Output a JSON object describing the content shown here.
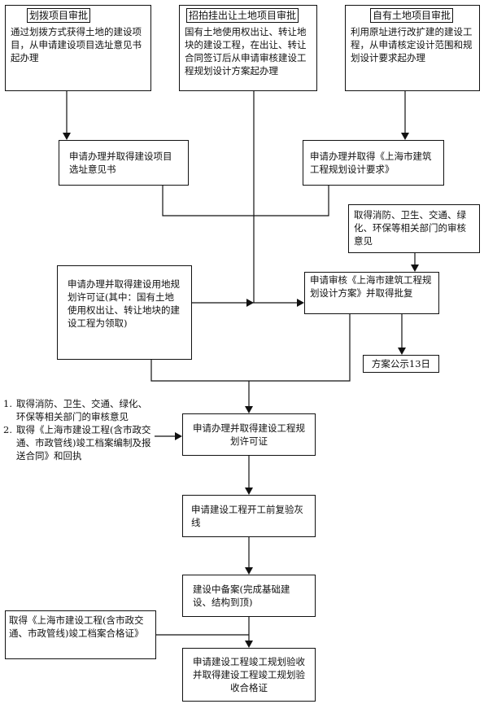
{
  "columns": {
    "left": {
      "title": "划拨项目审批",
      "description": "通过划拨方式获得土地的建设项目，从申请建设项目选址意见书起办理"
    },
    "middle": {
      "title": "招拍挂出让土地项目审批",
      "description": "国有土地使用权出让、转让地块的建设工程，在出让、转让合同签订后从申请审核建设工程规划设计方案起办理"
    },
    "right": {
      "title": "自有土地项目审批",
      "description": "利用原址进行改扩建的建设工程，从申请核定设计范围和规划设计要求起办理"
    }
  },
  "steps": {
    "site_opinion": "申请办理并取得建设项目选址意见书",
    "design_requirements": "申请办理并取得《上海市建筑工程规划设计要求》",
    "dept_opinions": "取得消防、卫生、交通、绿化、环保等相关部门的审核意见",
    "land_permit": "申请办理并取得建设用地规划许可证(其中：国有土地使用权出让、转让地块的建设工程为领取)",
    "scheme_review": "申请审核《上海市建筑工程规划设计方案》并取得批复",
    "publicity": "方案公示13日",
    "construction_permit": "申请办理并取得建设工程规划许可证",
    "pre_start_check": "申请建设工程开工前复验灰线",
    "mid_filing": "建设中备案(完成基础建设、结构到顶)",
    "completion": "申请建设工程竣工规划验收并取得建设工程竣工规划验收合格证"
  },
  "side_notes": {
    "before_permit": [
      {
        "number": "1.",
        "text": "取得消防、卫生、交通、绿化、环保等相关部门的审核意见"
      },
      {
        "number": "2.",
        "text": "取得《上海市建设工程(含市政交通、市政管线)竣工档案编制及报送合同》和回执"
      }
    ],
    "before_completion": "取得《上海市建设工程(含市政交通、市政管线)竣工档案合格证》"
  }
}
